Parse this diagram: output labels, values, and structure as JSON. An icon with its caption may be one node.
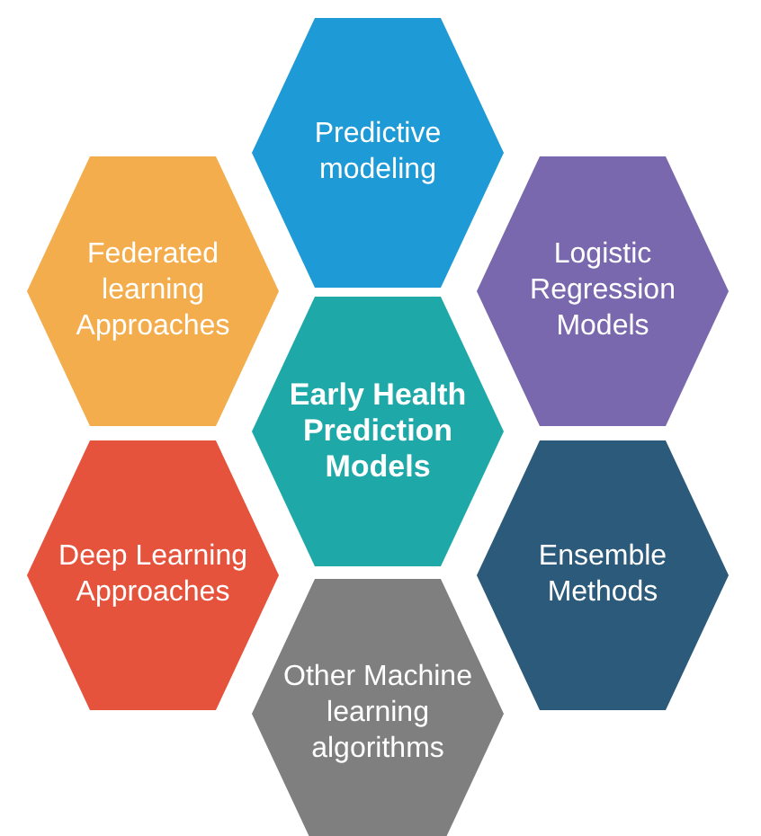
{
  "diagram": {
    "nodes": [
      {
        "text": [
          "Predictive modeling"
        ]
      },
      {
        "text": [
          "Federated learning Approaches"
        ]
      },
      {
        "text": [
          "Logistic Regression Models"
        ]
      },
      {
        "text": [
          "Early Health Prediction Models"
        ]
      },
      {
        "text": [
          "Deep Learning Approaches"
        ]
      },
      {
        "text": [
          "Ensemble Methods"
        ]
      },
      {
        "text": [
          "Other Machine learning algorithms"
        ]
      }
    ]
  }
}
